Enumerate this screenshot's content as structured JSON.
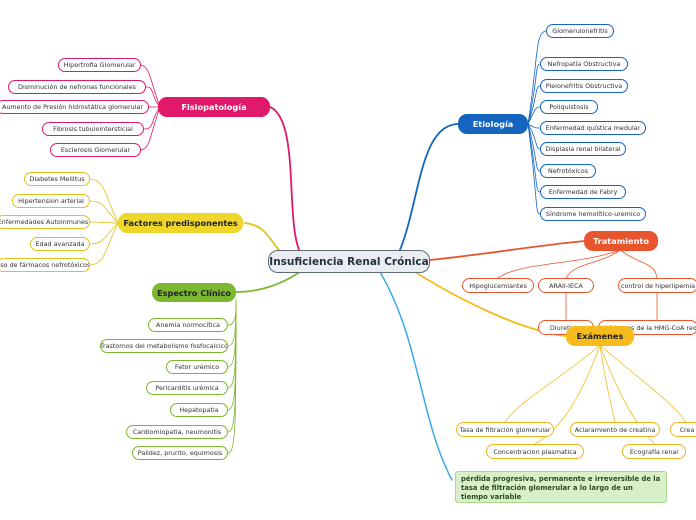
{
  "central": "Insuficiencia Renal Crónica",
  "branches": {
    "fisiopatologia": {
      "title": "Fisiopatología",
      "color": "#e0196b",
      "items": [
        "Hipertrofia Glomerular",
        "Disminución de nefronas funcionales",
        "Aumento de Presión hidrostática glomerular",
        "Fibrosis tubulointersticial",
        "Esclerosis Glomerular"
      ]
    },
    "factores": {
      "title": "Factores predisponentes",
      "color": "#efd62a",
      "items": [
        "Diabetes Mellitus",
        "Hipertension arterial",
        "Enfermedades Autoinmunes",
        "Edad avanzada",
        "Uso de fármacos nefrotóxicos"
      ]
    },
    "espectro": {
      "title": "Espectro Clínico",
      "color": "#7cb82f",
      "items": [
        "Anemia normocítica",
        "Trastornos del metabolismo fosfocalcico",
        "Fetor urémico",
        "Pericarditis urémica",
        "Hepatopatia",
        "Cardiomiopatia, neumonitis",
        "Palidez, prurito, equimosis"
      ]
    },
    "etiologia": {
      "title": "Etiología",
      "color": "#1565c0",
      "items": [
        "Glomerulonefritis",
        "Nefropatía Obstructiva",
        "Pielonefritis Obstructiva",
        "Poliquistosis",
        "Enfermedad quística medular",
        "Displasia renal bilateral",
        "Nefrotóxicos",
        "Enfermedad de Fabry",
        "Síndrome hemolítico-uremico"
      ]
    },
    "tratamiento": {
      "title": "Tratamiento",
      "color": "#e8552d",
      "items": [
        "Hipoglucemiantes",
        "ARAII-IECA",
        "control de hiperlipemia",
        "Diureticos",
        "inhibidores de la HMG-CoA red"
      ]
    },
    "examenes": {
      "title": "Exámenes",
      "color": "#f6bb1d",
      "items": [
        "Tasa de filtración glomerular",
        "Aclaramiento de creatina",
        "Crea",
        "Concentracion plasmatica",
        "Ecografía renal"
      ]
    }
  },
  "definition": "pérdida progresiva, permanente e irreversible de la tasa de filtración glomerular a lo largo de un tiempo variable"
}
